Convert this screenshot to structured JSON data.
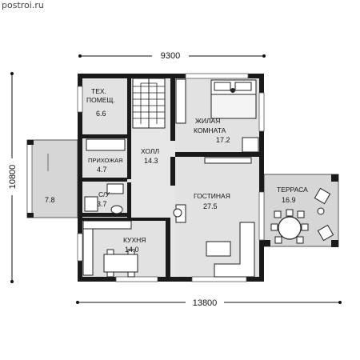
{
  "watermark": "postroi.ru",
  "dimensions": {
    "top": "9300",
    "bottom": "13800",
    "left": "10800"
  },
  "rooms": {
    "tech": {
      "name_line1": "ТЕХ.",
      "name_line2": "ПОМЕЩ.",
      "area": "6.6"
    },
    "living_room": {
      "name_line1": "ЖИЛАЯ",
      "name_line2": "КОМНАТА",
      "area": "17.2"
    },
    "hall": {
      "name": "ХОЛЛ",
      "area": "14.3"
    },
    "entry": {
      "name": "ПРИХОЖАЯ",
      "area": "4.7"
    },
    "wc": {
      "name": "С/У",
      "area": "3.7"
    },
    "porch": {
      "area": "7.8"
    },
    "lounge": {
      "name": "ГОСТИНАЯ",
      "area": "27.5"
    },
    "terrace": {
      "name": "ТЕРРАСА",
      "area": "16.9"
    },
    "kitchen": {
      "name": "КУХНЯ",
      "area": "14.0"
    }
  },
  "colors": {
    "wall": "#1a1a1a",
    "floor": "#e6e6e6",
    "terrace": "#d6d6d6",
    "window": "#ffffff"
  }
}
